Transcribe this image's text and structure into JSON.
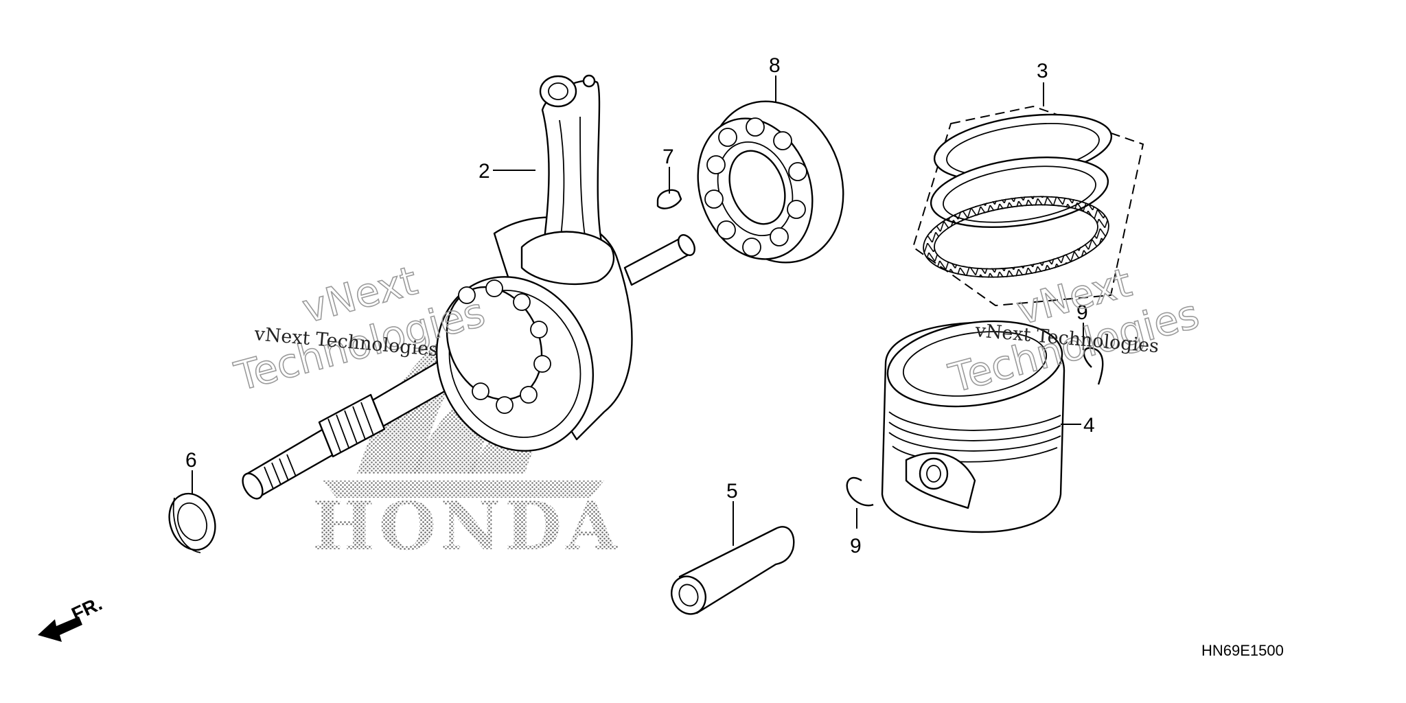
{
  "diagram": {
    "callouts": [
      {
        "id": "c2",
        "text": "2"
      },
      {
        "id": "c3",
        "text": "3"
      },
      {
        "id": "c4",
        "text": "4"
      },
      {
        "id": "c5",
        "text": "5"
      },
      {
        "id": "c6",
        "text": "6"
      },
      {
        "id": "c7",
        "text": "7"
      },
      {
        "id": "c8",
        "text": "8"
      },
      {
        "id": "c9a",
        "text": "9"
      },
      {
        "id": "c9b",
        "text": "9"
      }
    ],
    "direction_label": "FR.",
    "diagram_code": "HN69E1500",
    "brand_mark": "HONDA"
  },
  "watermark": {
    "line1": "vNext",
    "line2": "Technologies",
    "small": "vNext Technologies"
  }
}
